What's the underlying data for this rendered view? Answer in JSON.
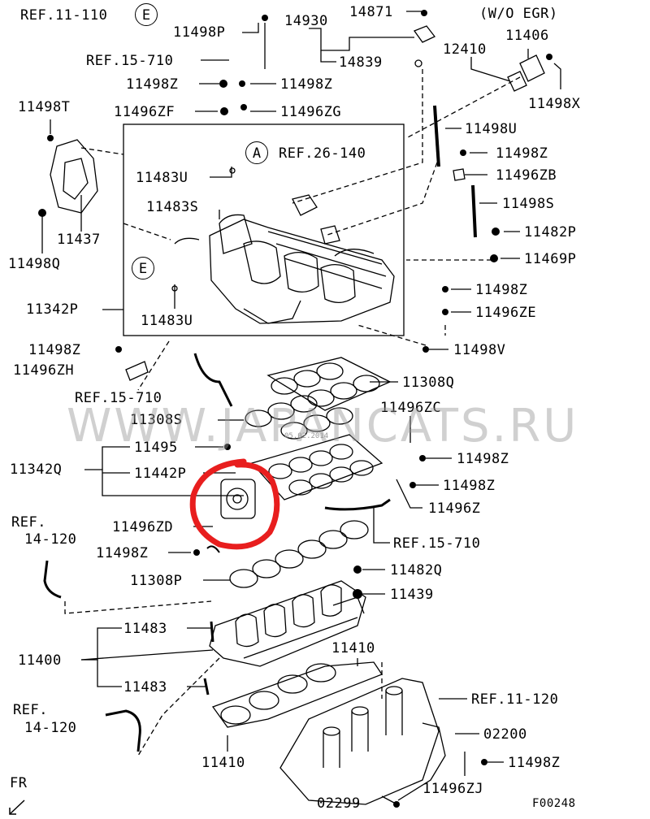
{
  "header_note": "(W/O EGR)",
  "diagram_code": "F00248",
  "front_marker": "FR",
  "watermark": "WWW.JAPANCATS.RU",
  "watermark_small": "05.02.2014",
  "callout_circles": {
    "a": "A",
    "e_top": "E",
    "e_inset": "E"
  },
  "colors": {
    "highlight": "#e81e1e",
    "line": "#000000",
    "watermark": "#9a9a9a"
  },
  "labels": {
    "ref_11_110": "REF.11-110",
    "p11498P": "11498P",
    "p14930": "14930",
    "p14871": "14871",
    "ref_15_710_top": "REF.15-710",
    "p14839": "14839",
    "p12410": "12410",
    "p11406": "11406",
    "p11498Z_a": "11498Z",
    "p11498Z_b": "11498Z",
    "p11498X": "11498X",
    "p11498T": "11498T",
    "p11496ZF": "11496ZF",
    "p11496ZG": "11496ZG",
    "p11498U": "11498U",
    "ref_26_140": "REF.26-140",
    "p11483U_a": "11483U",
    "p11498Z_c": "11498Z",
    "p11496ZB": "11496ZB",
    "p11483S": "11483S",
    "p11498S": "11498S",
    "p11437": "11437",
    "p11482P": "11482P",
    "p11498Q": "11498Q",
    "p11469P": "11469P",
    "p11342P": "11342P",
    "p11498Z_d": "11498Z",
    "p11483U_b": "11483U",
    "p11496ZE": "11496ZE",
    "p11498Z_e": "11498Z",
    "p11498V": "11498V",
    "p11496ZH": "11496ZH",
    "p11308Q": "11308Q",
    "ref_15_710_mid": "REF.15-710",
    "p11496ZC": "11496ZC",
    "p11308S": "11308S",
    "p11495": "11495",
    "p11498Z_f": "11498Z",
    "p11342Q": "11342Q",
    "p11442P": "11442P",
    "p11498Z_g": "11498Z",
    "p11496Z": "11496Z",
    "ref_14_120_a1": "REF.",
    "ref_14_120_a2": "14-120",
    "p11496ZD": "11496ZD",
    "ref_15_710_low": "REF.15-710",
    "p11498Z_h": "11498Z",
    "p11482Q": "11482Q",
    "p11308P": "11308P",
    "p11439": "11439",
    "p11483_a": "11483",
    "p11410_a": "11410",
    "p11400": "11400",
    "p11483_b": "11483",
    "ref_11_120": "REF.11-120",
    "ref_14_120_b1": "REF.",
    "ref_14_120_b2": "14-120",
    "p02200": "02200",
    "p11498Z_i": "11498Z",
    "p11410_b": "11410",
    "p11496ZJ": "11496ZJ",
    "p02299": "02299"
  }
}
